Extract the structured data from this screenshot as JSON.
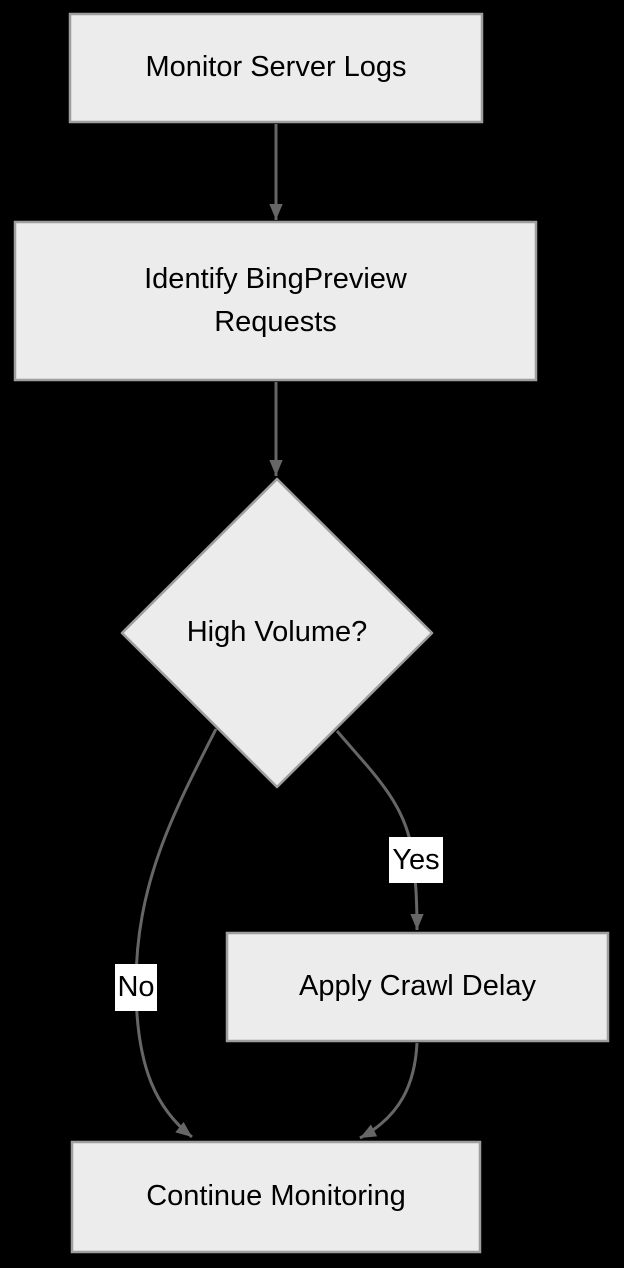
{
  "diagram": {
    "type": "flowchart",
    "direction": "top-down",
    "colors": {
      "background": "#000000",
      "node_fill": "#ececec",
      "node_border": "#9e9e9e",
      "edge_stroke": "#666666",
      "text": "#000000",
      "edge_label_background": "#ffffff"
    },
    "nodes": {
      "monitor": {
        "label": "Monitor Server Logs",
        "shape": "rectangle"
      },
      "identify": {
        "line1": "Identify BingPreview",
        "line2": "Requests",
        "shape": "rectangle"
      },
      "decision": {
        "label": "High Volume?",
        "shape": "diamond"
      },
      "apply": {
        "label": "Apply Crawl Delay",
        "shape": "rectangle"
      },
      "continue": {
        "label": "Continue Monitoring",
        "shape": "rectangle"
      }
    },
    "edges": [
      {
        "from": "monitor",
        "to": "identify",
        "label": ""
      },
      {
        "from": "identify",
        "to": "decision",
        "label": ""
      },
      {
        "from": "decision",
        "to": "apply",
        "label": "Yes"
      },
      {
        "from": "decision",
        "to": "continue",
        "label": "No"
      },
      {
        "from": "apply",
        "to": "continue",
        "label": ""
      }
    ],
    "edge_labels": {
      "yes": "Yes",
      "no": "No"
    }
  }
}
